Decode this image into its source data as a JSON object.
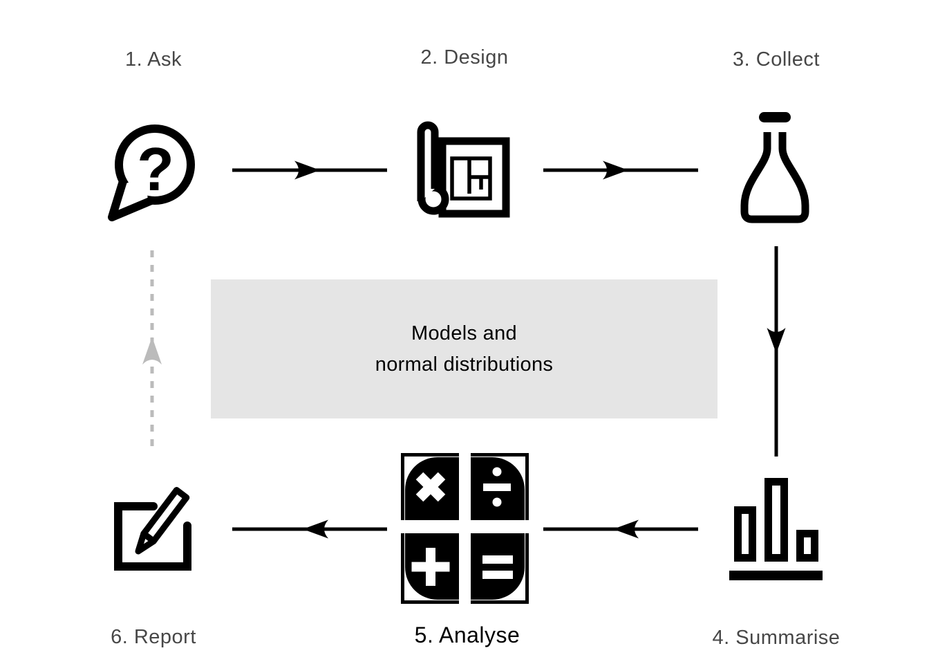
{
  "diagram": {
    "center_box": {
      "lines": [
        "Models and",
        "normal distributions"
      ],
      "background": "#e5e5e5",
      "text_color": "#000000"
    },
    "steps": [
      {
        "label": "1. Ask",
        "icon": "question-speech-bubble-icon"
      },
      {
        "label": "2. Design",
        "icon": "blueprint-icon"
      },
      {
        "label": "3. Collect",
        "icon": "flask-icon"
      },
      {
        "label": "4. Summarise",
        "icon": "bar-chart-icon"
      },
      {
        "label": "5. Analyse",
        "icon": "calculator-icon"
      },
      {
        "label": "6. Report",
        "icon": "edit-pencil-icon"
      }
    ],
    "arrows": [
      {
        "from": "1. Ask",
        "to": "2. Design",
        "style": "solid"
      },
      {
        "from": "2. Design",
        "to": "3. Collect",
        "style": "solid"
      },
      {
        "from": "3. Collect",
        "to": "4. Summarise",
        "style": "solid"
      },
      {
        "from": "4. Summarise",
        "to": "5. Analyse",
        "style": "solid"
      },
      {
        "from": "5. Analyse",
        "to": "6. Report",
        "style": "solid"
      },
      {
        "from": "6. Report",
        "to": "1. Ask",
        "style": "dashed"
      }
    ],
    "colors": {
      "icon": "#000000",
      "solid_arrow": "#000000",
      "dashed_arrow": "#bbbbbb",
      "label_gray": "#474747",
      "label_analyse": "#000000",
      "background": "#ffffff"
    }
  }
}
